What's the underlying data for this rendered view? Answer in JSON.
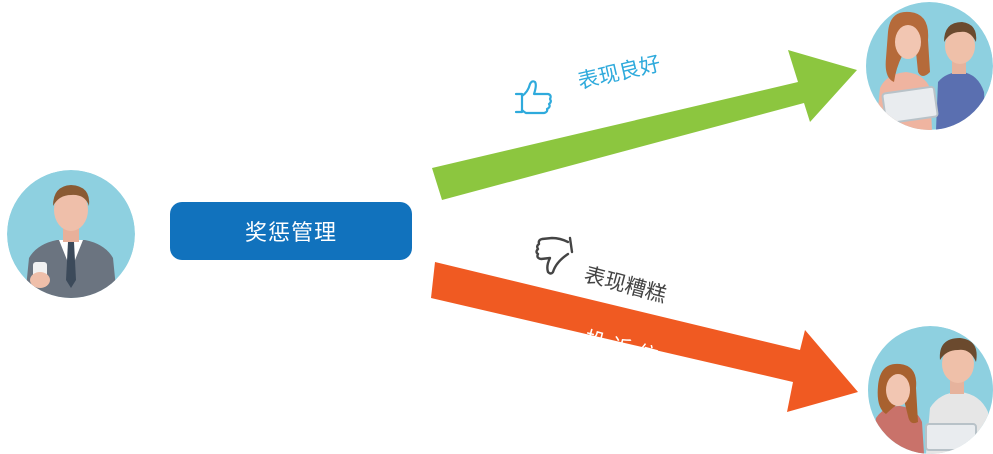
{
  "center_button": {
    "label": "奖惩管理"
  },
  "good_path": {
    "label": "表现良好",
    "icon": "thumbs-up-icon",
    "color": "#8cc63f"
  },
  "bad_path": {
    "label": "表现糟糕",
    "icon": "thumbs-down-icon",
    "color": "#f05a22"
  },
  "bad_arrow_text": "投诉信",
  "colors": {
    "button_blue": "#1172bd",
    "label_blue": "#2eaadc",
    "avatar_bg": "#8ed0e0"
  }
}
